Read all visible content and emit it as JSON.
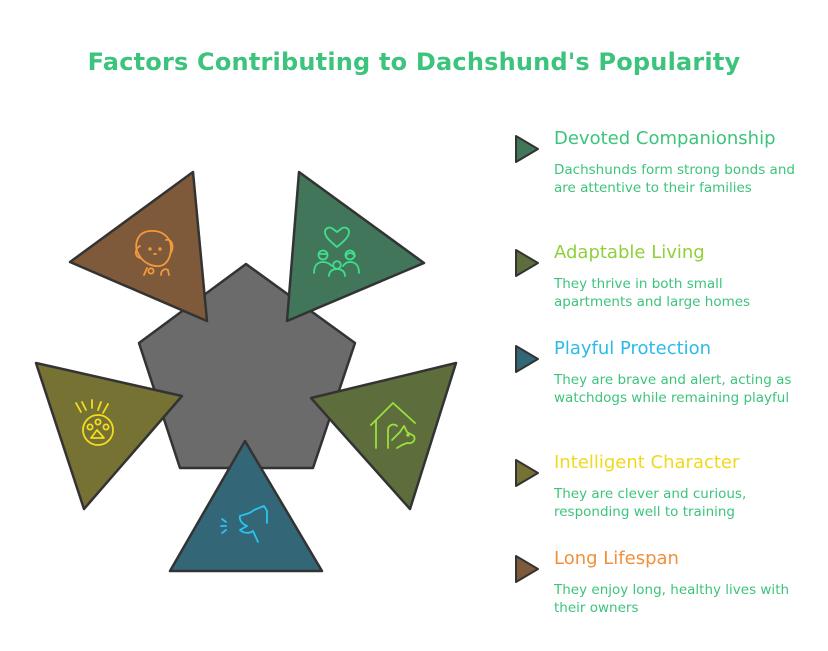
{
  "title": "Factors Contributing to Dachshund's Popularity",
  "center_shape": {
    "shape": "pentagon",
    "fill": "#6b6b6b"
  },
  "factors": [
    {
      "label": "Devoted Companionship",
      "description": "Dachshunds form strong bonds and are attentive to their families",
      "icon": "family-heart-icon",
      "fill": "#41765a",
      "label_color": "#3cc47c",
      "icon_color": "#3ee08a"
    },
    {
      "label": "Adaptable Living",
      "description": "They thrive in both small apartments and large homes",
      "icon": "dog-house-icon",
      "fill": "#5d6e3c",
      "label_color": "#8fd13a",
      "icon_color": "#9be03c"
    },
    {
      "label": "Playful Protection",
      "description": "They are brave and alert, acting as watchdogs while remaining playful",
      "icon": "barking-dog-icon",
      "fill": "#336677",
      "label_color": "#2bbbe8",
      "icon_color": "#2bc4f2"
    },
    {
      "label": "Intelligent Character",
      "description": "They are clever and curious, responding well to training",
      "icon": "shining-paw-icon",
      "fill": "#767233",
      "label_color": "#f2d81c",
      "icon_color": "#f5dc1e"
    },
    {
      "label": "Long Lifespan",
      "description": "They enjoy long, healthy lives with their owners",
      "icon": "dog-face-icon",
      "fill": "#7e5a3a",
      "label_color": "#f0903a",
      "icon_color": "#f39a3c"
    }
  ]
}
